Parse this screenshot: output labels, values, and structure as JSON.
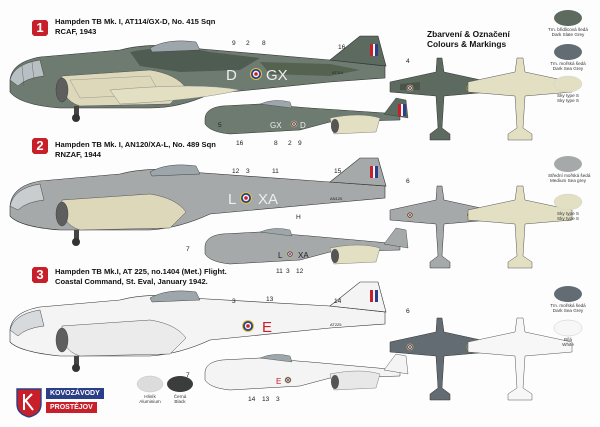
{
  "header": {
    "cz": "Zbarvení & Označení",
    "en": "Colours & Markings"
  },
  "schemes": [
    {
      "num": "1",
      "line1": "Hampden TB Mk. I, AT114/GX-D, No. 415 Sqn",
      "line2": "RCAF, 1943",
      "side_code": "GX",
      "side_letter": "D",
      "small_code": "GX",
      "small_letter": "D",
      "callouts_top": [
        "9",
        "2",
        "8",
        "16",
        "4"
      ],
      "callouts_bottom": [
        "5",
        "16",
        "8",
        "2",
        "9"
      ],
      "serial": "AT114"
    },
    {
      "num": "2",
      "line1": "Hampden TB Mk. I, AN120/XA-L, No. 489 Sqn",
      "line2": "RNZAF, 1944",
      "side_code": "XA",
      "side_letter": "L",
      "small_code": "XA",
      "small_letter": "L",
      "callouts_top": [
        "12",
        "3",
        "11",
        "15",
        "6"
      ],
      "callouts_bottom": [
        "7",
        "11",
        "3",
        "12"
      ],
      "extra": "H",
      "serial": "AN120"
    },
    {
      "num": "3",
      "line1": "Hampden TB Mk.I, AT 225, no.1404 (Met.) Flight.",
      "line2": "Coastal Command, St. Eval, January 1942.",
      "side_letter": "E",
      "small_letter": "E",
      "callouts_top": [
        "3",
        "13",
        "14",
        "6"
      ],
      "callouts_bottom": [
        "7",
        "14",
        "13",
        "3"
      ],
      "serial": "AT225"
    }
  ],
  "swatches_1": [
    {
      "cz": "Tm. břidlicová šedá",
      "en": "Dark Slate Grey",
      "color": "#5c6a5f"
    },
    {
      "cz": "Tm. mořská šedá",
      "en": "Dark Sea Grey",
      "color": "#626c72"
    },
    {
      "cz": "Sky type S",
      "en": "Sky type S",
      "color": "#e3dfc2"
    }
  ],
  "swatches_2": [
    {
      "cz": "Střední mořská šedá",
      "en": "Medium Sea grey",
      "color": "#a5a9a9"
    },
    {
      "cz": "Sky type S",
      "en": "Sky type S",
      "color": "#e3dfc2"
    }
  ],
  "swatches_3": [
    {
      "cz": "Tm. mořská šedá",
      "en": "Dark Sea Grey",
      "color": "#626c72"
    },
    {
      "cz": "Bílá",
      "en": "White",
      "color": "#f7f7f7"
    }
  ],
  "bottom_swatches": [
    {
      "cz": "Hliník",
      "en": "Aluminium",
      "color": "#dcdcdc"
    },
    {
      "cz": "Černá",
      "en": "Black",
      "color": "#3a3d3c"
    }
  ],
  "logo": {
    "line1": "KOVOZÁVODY",
    "line2": "PROSTĚJOV"
  },
  "colors": {
    "accent_red": "#c8202a",
    "roundel_blue": "#2b3f88",
    "roundel_yellow": "#e2c33a"
  }
}
